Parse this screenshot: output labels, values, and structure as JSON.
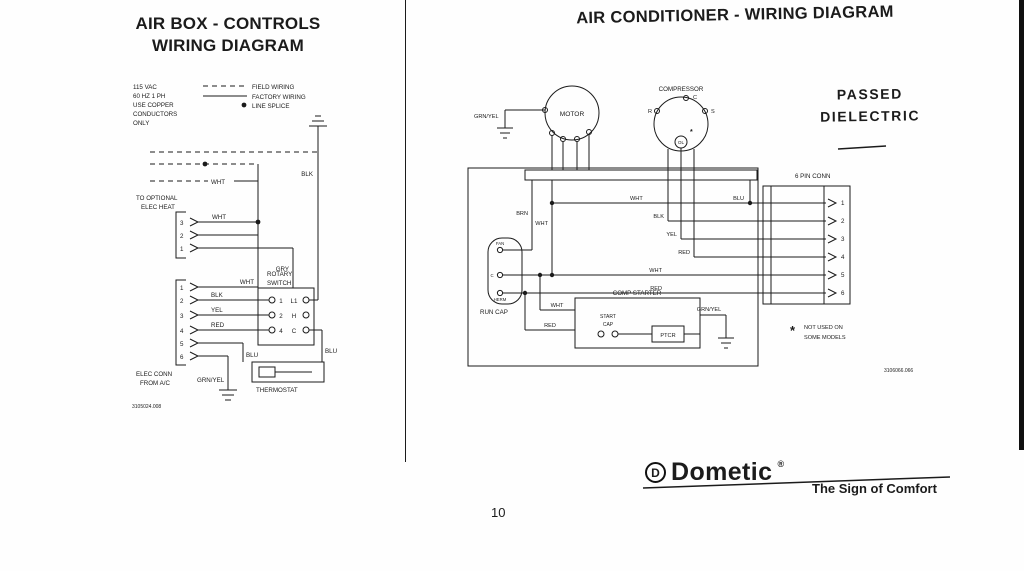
{
  "document": {
    "page_number": "10"
  },
  "left_diagram": {
    "title_line1": "AIR BOX - CONTROLS",
    "title_line2": "WIRING DIAGRAM",
    "part_number": "3105024.008",
    "legend": {
      "spec_lines": [
        "115 VAC",
        "60 HZ  1 PH",
        "USE COPPER",
        "CONDUCTORS",
        "ONLY"
      ],
      "field_wiring": "FIELD WIRING",
      "factory_wiring": "FACTORY WIRING",
      "line_splice": "LINE SPLICE"
    },
    "upper_connector": {
      "caption_line1": "TO OPTIONAL",
      "caption_line2": "ELEC HEAT",
      "pins": [
        "3",
        "2",
        "1"
      ]
    },
    "lower_connector": {
      "caption_line1": "ELEC CONN",
      "caption_line2": "FROM A/C",
      "pins": [
        "1",
        "2",
        "3",
        "4",
        "5",
        "6"
      ]
    },
    "rotary_switch": {
      "caption_line1": "ROTARY",
      "caption_line2": "SWITCH",
      "rows": [
        {
          "pole": "1",
          "contact": "L1"
        },
        {
          "pole": "2",
          "contact": "H"
        },
        {
          "pole": "4",
          "contact": "C"
        }
      ]
    },
    "thermostat_label": "THERMOSTAT",
    "wire_labels": {
      "wht_line": "WHT",
      "blk_line": "BLK",
      "wht_pin": "WHT",
      "gry": "GRY",
      "wht_switch": "WHT",
      "blk_pin": "BLK",
      "yel_pin": "YEL",
      "red_pin": "RED",
      "blu_pin": "BLU",
      "blu_switch": "BLU",
      "grn_yel_pin": "GRN/YEL"
    }
  },
  "right_diagram": {
    "title": "AIR CONDITIONER - WIRING DIAGRAM",
    "stamp_line1": "PASSED",
    "stamp_line2": "DIELECTRIC",
    "part_number": "3106066.066",
    "motor_label": "MOTOR",
    "compressor": {
      "label": "COMPRESSOR",
      "terminal_c": "C",
      "terminal_r": "R",
      "terminal_s": "S",
      "overload": "OL",
      "star": "*"
    },
    "run_cap": {
      "label": "RUN CAP",
      "terminal_fan": "FAN",
      "terminal_c": "C",
      "terminal_herm": "HERM"
    },
    "comp_starter": {
      "label": "COMP STARTER",
      "start_cap_line1": "START",
      "start_cap_line2": "CAP",
      "ptcr": "PTCR"
    },
    "connector": {
      "label": "6 PIN CONN",
      "pins": [
        "1",
        "2",
        "3",
        "4",
        "5",
        "6"
      ]
    },
    "wire_labels": {
      "grn_yel_motor": "GRN/YEL",
      "brn": "BRN",
      "wht_bus": "WHT",
      "wht_row1": "WHT",
      "blu": "BLU",
      "blk": "BLK",
      "yel": "YEL",
      "red_row4": "RED",
      "wht_row5": "WHT",
      "red_row6": "RED",
      "wht_starter": "WHT",
      "red_starter": "RED",
      "grn_yel_starter": "GRN/YEL"
    },
    "note": {
      "star": "*",
      "line1": "NOT USED ON",
      "line2": "SOME MODELS"
    }
  },
  "footer": {
    "brand": "Dometic",
    "registered": "®",
    "logo_letter": "D",
    "tagline": "The Sign of Comfort"
  }
}
